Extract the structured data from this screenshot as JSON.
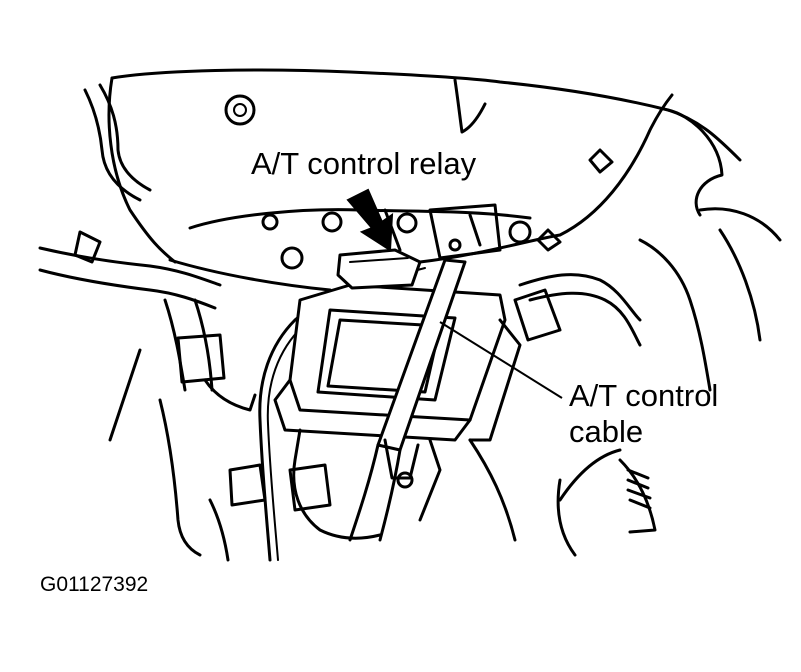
{
  "callouts": {
    "relay": "A/T control relay",
    "cable_line1": "A/T control",
    "cable_line2": "cable"
  },
  "figure_code": "G01127392",
  "arrow_icon": "black-pointer-arrow"
}
